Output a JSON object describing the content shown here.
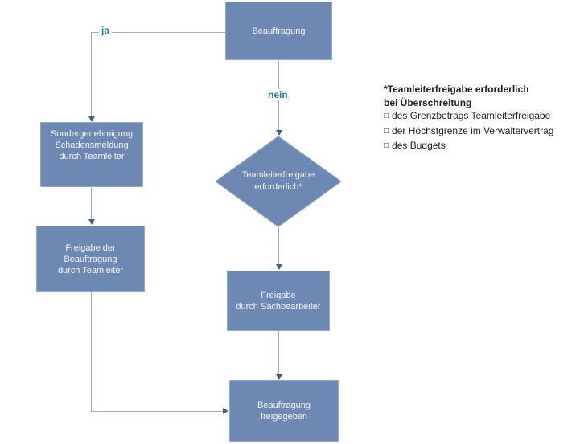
{
  "flowchart": {
    "nodes": {
      "start": {
        "label": "Beauftragung"
      },
      "special_approval": {
        "lines": [
          "Sondergenehmigung",
          "Schadensmeldung",
          "durch Teamleiter"
        ]
      },
      "teamlead_release": {
        "lines": [
          "Freigabe der",
          "Beauftragung",
          "durch Teamleiter"
        ]
      },
      "decision": {
        "lines": [
          "Teamleiterfreigabe",
          "erforderlich*"
        ]
      },
      "clerk_release": {
        "lines": [
          "Freigabe",
          "durch Sachbearbeiter"
        ]
      },
      "released": {
        "lines": [
          "Beauftragung",
          "freigegeben"
        ]
      }
    },
    "edge_labels": {
      "yes": "ja",
      "no": "nein"
    }
  },
  "annotation": {
    "title_line1": "*Teamleiterfreigabe erforderlich",
    "title_line2": "bei Überschreitung",
    "bullet": "□",
    "items": [
      "des Grenzbetrags Teamleiterfreigabe",
      "der Höchstgrenze im Verwaltervertrag",
      "des Budgets"
    ]
  },
  "colors": {
    "node_fill": "#6c88b3",
    "node_border": "#91a9cb",
    "node_text": "#f5f6f8",
    "connector_line": "#95afd2",
    "arrowhead": "#3f5e89",
    "edge_label_text": "#267d9c",
    "annotation_text": "#1f1f1f",
    "background": "#ffffff"
  }
}
